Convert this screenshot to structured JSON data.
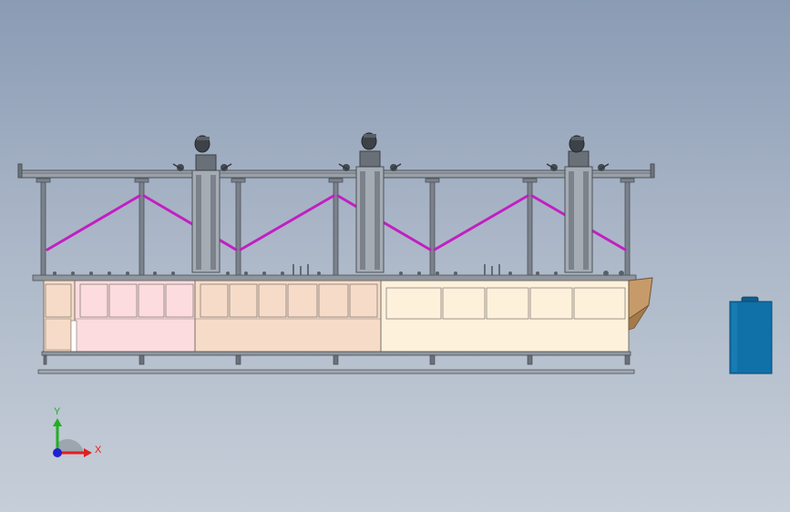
{
  "viewport": {
    "background_top": "#8a9bb4",
    "background_bottom": "#c6ced8"
  },
  "model": {
    "frame_color": "#5d636b",
    "brace_color": "#c21fc2",
    "tank_colors": {
      "section_1": "#fddcdf",
      "section_2": "#f6dcc8",
      "section_3": "#fdf1dc",
      "end_block": "#c79b69"
    },
    "hoist_count": 3,
    "tank_sections": [
      {
        "name": "section-1",
        "compartments": 4
      },
      {
        "name": "section-2",
        "compartments": 6
      },
      {
        "name": "section-3",
        "compartments": 5
      }
    ]
  },
  "container": {
    "color": "#1070a8"
  },
  "triad": {
    "x_label": "X",
    "y_label": "Y",
    "x_color": "#e02020",
    "y_color": "#20b020",
    "z_color": "#2020d0"
  }
}
